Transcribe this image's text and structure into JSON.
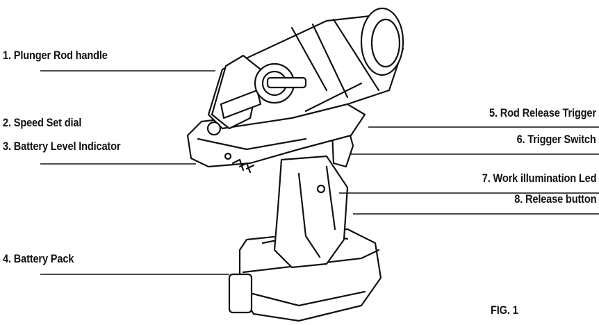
{
  "labels": {
    "plunger_rod_handle": "1. Plunger Rod handle",
    "speed_set_dial": "2. Speed Set dial",
    "battery_level_indicator": "3. Battery Level Indicator",
    "battery_pack": "4. Battery Pack",
    "rod_release_trigger": "5. Rod Release Trigger",
    "trigger_switch": "6. Trigger Switch",
    "work_illumination_led": "7. Work illumination Led",
    "release_button": "8. Release button"
  },
  "figure_caption": "FIG. 1"
}
